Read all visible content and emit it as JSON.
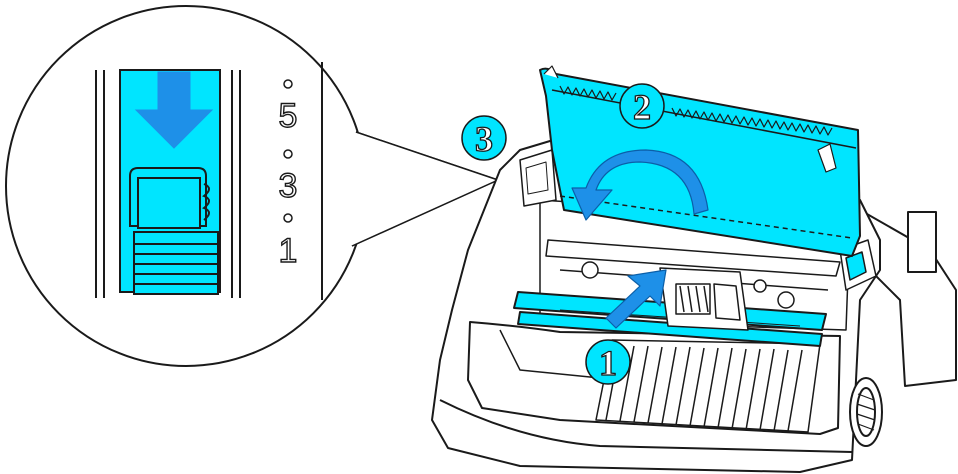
{
  "figure": {
    "callouts": [
      {
        "label": "1"
      },
      {
        "label": "2"
      },
      {
        "label": "3"
      }
    ],
    "lever_scale": [
      "5",
      "3",
      "1"
    ],
    "colors": {
      "accent": "#00e5ff",
      "arrow": "#1e90e8",
      "line": "#1a1a1a",
      "background": "#ffffff"
    }
  }
}
